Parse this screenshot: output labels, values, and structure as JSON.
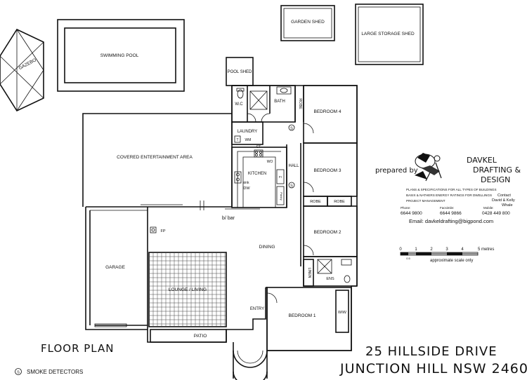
{
  "plan": {
    "title": "FLOOR PLAN",
    "address_line1": "25 HILLSIDE DRIVE",
    "address_line2": "JUNCTION HILL NSW 2460",
    "legend_symbol": "S",
    "legend_text": "SMOKE DETECTORS"
  },
  "rooms": {
    "gazebo": "GAZEBO",
    "pool": "SWIMMING POOL",
    "garden_shed": "GARDEN SHED",
    "storage_shed": "LARGE STORAGE SHED",
    "pool_shed": "POOL SHED",
    "wc": "W.C",
    "bath": "BATH",
    "robe": "ROBE",
    "bedroom4": "BEDROOM 4",
    "laundry": "LAUNDRY",
    "covered_area": "COVERED ENTERTAINMENT AREA",
    "kitchen": "KITCHEN",
    "hall": "HALL",
    "bedroom3": "BEDROOM 3",
    "robe2": "ROBE",
    "robe3": "ROBE",
    "bedroom2": "BEDROOM 2",
    "bbar": "b/ bar",
    "dining": "DINING",
    "garage": "GARAGE",
    "fp": "FP",
    "lounge": "LOUNGE / LIVING",
    "linen": "LINEN",
    "ens": "ENS",
    "entry": "ENTRY",
    "bedroom1": "BEDROOM 1",
    "wiw": "WIW",
    "patio": "PATIO",
    "ct": "CT",
    "wo": "WO",
    "sink": "sink",
    "dw": "DW",
    "wm": "WM",
    "t": "T",
    "fr": "Fr",
    "pantry": "Pantry"
  },
  "smoke_detector_symbol": "S",
  "company": {
    "prepared_by": "prepared by",
    "name_line1": "DAVKEL",
    "name_line2": "DRAFTING &",
    "name_line3": "DESIGN",
    "service1": "PLANS & SPECIFICATIONS FOR ALL TYPES OF BUILDINGS",
    "service2": "BASIX & NATHERS ENERGY RATINGS FOR DWELLINGS",
    "service3": "PROJECT MANAGEMENT",
    "contact_label": "Contact",
    "contact_names": "David & Kelly",
    "contact_surname": "Whale",
    "phone_label": "Phone:",
    "phone": "6644 9800",
    "fax_label": "Facsimile:",
    "fax": "6644 9866",
    "mobile_label": "Mobile:",
    "mobile": "0428 449 800",
    "email": "Email: davkeldrafting@bigpond.com"
  },
  "scale": {
    "ticks": [
      "0",
      "1",
      "2",
      "3",
      "4",
      "5 metres"
    ],
    "half": "0.5",
    "note": "approximate scale only"
  }
}
